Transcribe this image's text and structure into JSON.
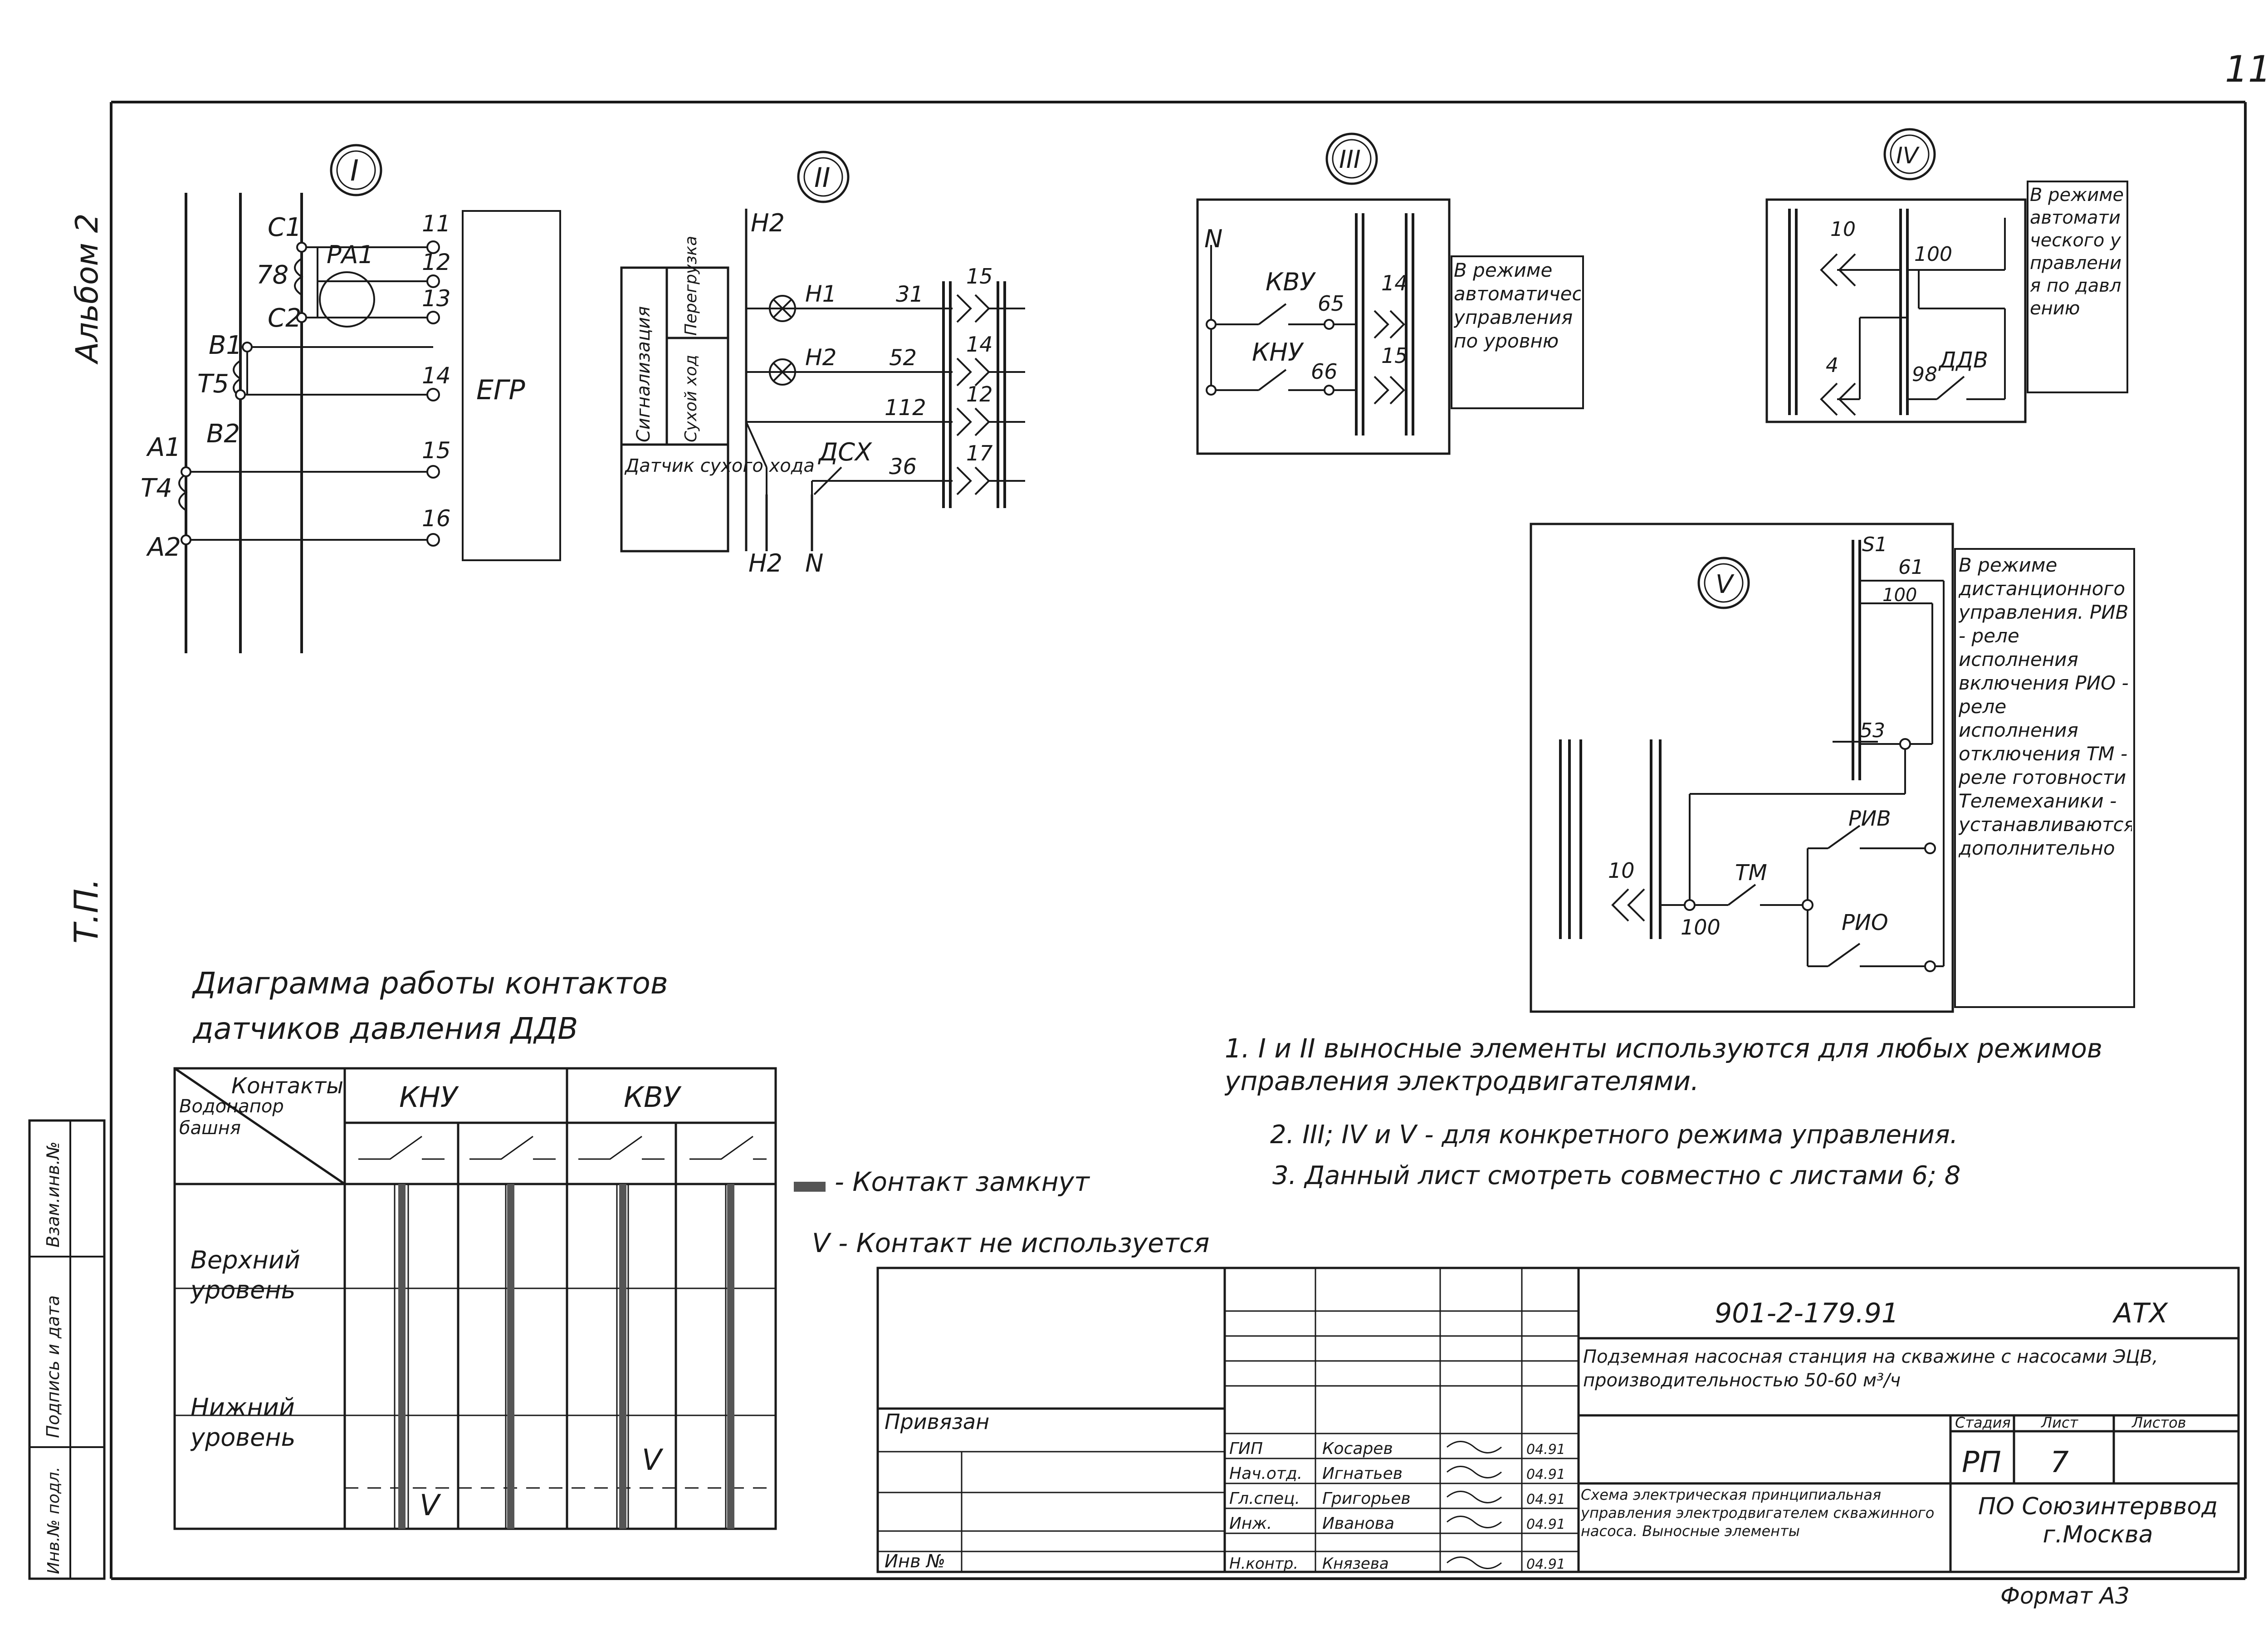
{
  "sheet": {
    "page_number": "11",
    "side_album": "Альбом 2",
    "side_tp": "Т.П.",
    "format": "Формат А3"
  },
  "side_stamps": [
    "Взам.инв.№",
    "Подпись и дата",
    "Инв.№ подл."
  ],
  "callouts": {
    "I": {
      "numeral": "I",
      "wire_labels": [
        "С1",
        "78",
        "С2",
        "В1",
        "Т5",
        "В2",
        "А1",
        "Т4",
        "А2"
      ],
      "device_label": "РА1",
      "terminals": [
        "11",
        "12",
        "13",
        "14",
        "15",
        "16"
      ],
      "unit_label": "ЕГР"
    },
    "II": {
      "numeral": "II",
      "top_label": "Н2",
      "bottom_labels": [
        "Н2",
        "N"
      ],
      "table_cells": [
        "Сигнализация",
        "Перегрузка",
        "Сухой ход",
        "Датчик сухого хода"
      ],
      "lamps": [
        "Н1",
        "Н2"
      ],
      "wires": [
        "31",
        "52",
        "112",
        "36"
      ],
      "contacts": [
        "15",
        "14",
        "12",
        "17"
      ],
      "sensor": "ДСХ"
    },
    "III": {
      "numeral": "III",
      "phase": "N",
      "switches": [
        "КВУ",
        "КНУ"
      ],
      "wires": [
        "65",
        "66"
      ],
      "contacts": [
        "14",
        "15"
      ],
      "note": "В режиме автоматического управления по уровню"
    },
    "IV": {
      "numeral": "IV",
      "labels": [
        "10",
        "100",
        "4",
        "98",
        "ДДВ"
      ],
      "note": "В режиме автоматического управления по давлению"
    },
    "V": {
      "numeral": "V",
      "labels": [
        "S1",
        "61",
        "100",
        "53",
        "РИВ",
        "ТМ",
        "РИО",
        "10",
        "100"
      ],
      "note": "В режиме дистанционного управления. РИВ - реле исполнения включения РИО - реле исполнения отключения ТМ - реле готовности Телемеханики - устанавливаются дополнительно"
    }
  },
  "notes": [
    "1. I и II выносные элементы используются для любых режимов управления электродвигателями.",
    "2. III; IV и V - для конкретного режима управления.",
    "3. Данный лист смотреть совместно с листами 6; 8"
  ],
  "contact_diagram": {
    "title_line1": "Диаграмма работы контактов",
    "title_line2": "датчиков давления ДДВ",
    "corner_top": "Контакты",
    "corner_bottom": "Водонапорная башня",
    "groups": [
      "КНУ",
      "КВУ"
    ],
    "rows": [
      "Верхний уровень",
      "Нижний уровень"
    ],
    "marks": [
      "V",
      "V"
    ],
    "legend_closed": "- Контакт замкнут",
    "legend_unused": "V - Контакт не используется"
  },
  "title_block": {
    "project_code": "901-2-179.91",
    "sheet_code": "АТХ",
    "project_name": "Подземная насосная станция на скважине с насосами ЭЦВ, производительностью 50-60 м³/ч",
    "stage_header": "Стадия",
    "sheet_header": "Лист",
    "sheets_header": "Листов",
    "stage": "РП",
    "sheet": "7",
    "drawing_name": "Схема электрическая принципиальная управления электродвигателем скважинного насоса. Выносные элементы",
    "organization": "ПО Союзинтерввод г.Москва",
    "bound": "Привязан",
    "inv": "Инв №",
    "roles": [
      "ГИП",
      "Нач.отд.",
      "Гл.спец.",
      "Инж.",
      "Н.контр."
    ],
    "names": [
      "Косарев",
      "Игнатьев",
      "Григорьев",
      "Иванова",
      "Князева"
    ],
    "dates": [
      "04.91",
      "04.91",
      "04.91",
      "04.91",
      "04.91"
    ]
  }
}
